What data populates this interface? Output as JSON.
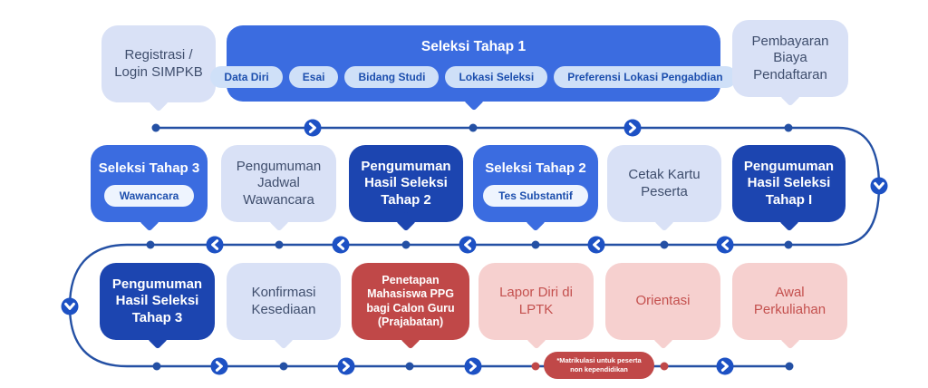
{
  "colors": {
    "line": "#2450a4",
    "chevron_circle": "#1d51c4",
    "chevron_glyph": "#ffffff",
    "dot": "#2450a4",
    "dot_red": "#c04848",
    "box_medium_blue": "#3b6ce0",
    "box_dark_blue": "#1c45b0",
    "box_light_blue": "#d9e1f6",
    "box_red": "#c04848",
    "box_pink": "#f6d0cf",
    "light_text": "#3f4e6d",
    "pink_text": "#c4504e",
    "chip_bg": "#cfe0f8",
    "chip_text": "#1d4fae"
  },
  "rows": {
    "top": {
      "registration": {
        "label": "Registrasi / Login SIMPKB"
      },
      "stage1": {
        "title": "Seleksi Tahap 1",
        "chips": [
          "Data Diri",
          "Esai",
          "Bidang Studi",
          "Lokasi Seleksi",
          "Preferensi Lokasi Pengabdian"
        ]
      },
      "payment": {
        "label": "Pembayaran Biaya Pendaftaran"
      }
    },
    "middle": [
      {
        "label": "Seleksi Tahap 3",
        "chip": "Wawancara"
      },
      {
        "label": "Pengumuman Jadwal Wawancara"
      },
      {
        "label": "Pengumuman Hasil Seleksi Tahap 2"
      },
      {
        "label": "Seleksi Tahap 2",
        "chip": "Tes Substantif"
      },
      {
        "label": "Cetak Kartu Peserta"
      },
      {
        "label": "Pengumuman Hasil Seleksi Tahap I"
      }
    ],
    "bottom": [
      {
        "label": "Pengumuman Hasil Seleksi Tahap 3"
      },
      {
        "label": "Konfirmasi Kesediaan"
      },
      {
        "label": "Penetapan Mahasiswa PPG bagi Calon Guru (Prajabatan)"
      },
      {
        "label": "Lapor Diri di LPTK"
      },
      {
        "label": "Orientasi"
      },
      {
        "label": "Awal Perkuliahan"
      }
    ]
  },
  "note": {
    "label": "*Matrikulasi untuk peserta non kependidikan"
  }
}
